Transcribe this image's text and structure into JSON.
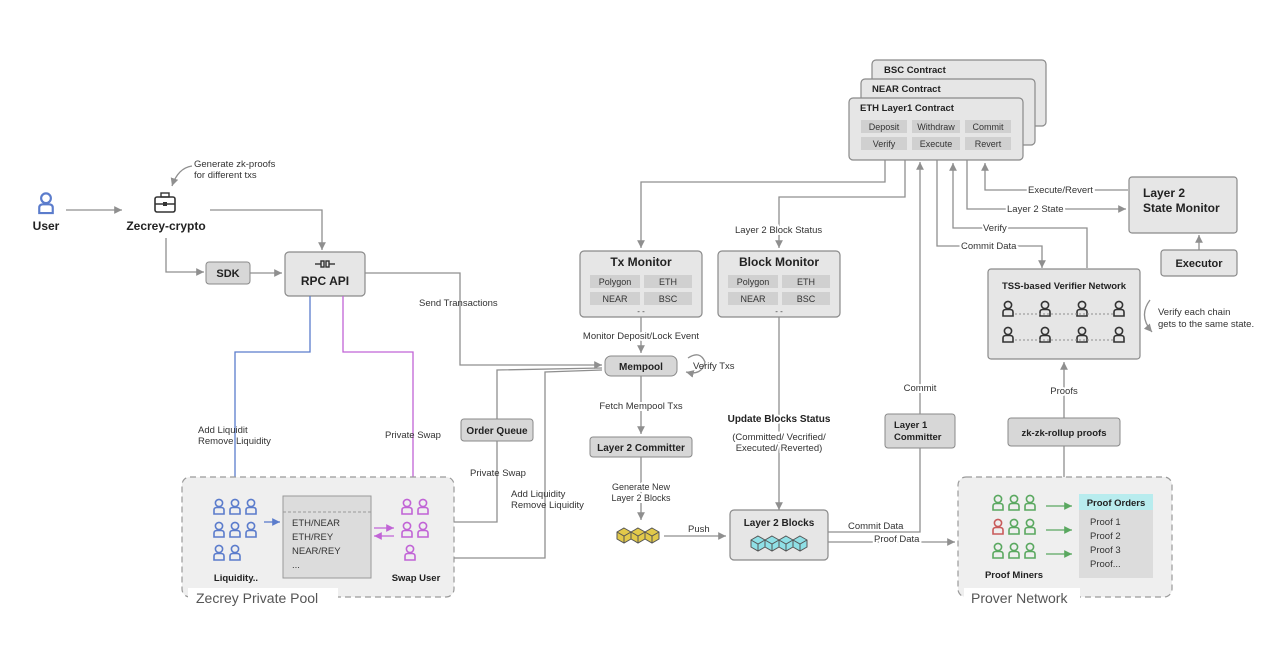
{
  "user": {
    "label": "User"
  },
  "crypto": {
    "label": "Zecrey-crypto",
    "note_line1": "Generate zk-proofs",
    "note_line2": "for different txs"
  },
  "sdk": {
    "label": "SDK"
  },
  "rpc": {
    "label": "RPC API"
  },
  "send_transactions": "Send Transactions",
  "add_liquidity_left": {
    "line1": "Add Liquidit",
    "line2": "Remove Liquidity"
  },
  "private_swap_left": "Private Swap",
  "order_queue": {
    "label": "Order Queue"
  },
  "private_swap_mid": "Private Swap",
  "add_liquidity_mid": {
    "line1": "Add Liquidity",
    "line2": "Remove Liquidity"
  },
  "pool": {
    "title": "Zecrey Private Pool",
    "liquidity_label": "Liquidity..",
    "swap_user_label": "Swap User",
    "pairs": [
      "ETH/NEAR",
      "ETH/REY",
      "NEAR/REY",
      "..."
    ]
  },
  "contracts": {
    "bsc": "BSC Contract",
    "near": "NEAR Contract",
    "eth": "ETH Layer1 Contract",
    "buttons": [
      "Deposit",
      "Withdraw",
      "Commit",
      "Verify",
      "Execute",
      "Revert"
    ]
  },
  "tx_monitor": {
    "title": "Tx Monitor",
    "chips": [
      "Polygon",
      "ETH",
      "NEAR",
      "BSC"
    ],
    "more": "- -"
  },
  "block_monitor": {
    "title": "Block Monitor",
    "chips": [
      "Polygon",
      "ETH",
      "NEAR",
      "BSC"
    ],
    "more": "- -"
  },
  "layer2_block_status": "Layer 2 Block Status",
  "monitor_deposit": "Monitor Deposit/Lock Event",
  "mempool": {
    "label": "Mempool",
    "verify": "Verify Txs"
  },
  "fetch_mempool": "Fetch Mempool Txs",
  "committer": {
    "label": "Layer 2 Committer"
  },
  "generate_blocks": {
    "line1": "Generate New",
    "line2": "Layer 2 Blocks"
  },
  "push": "Push",
  "layer2_blocks": {
    "label": "Layer 2 Blocks"
  },
  "update_status": {
    "title": "Update Blocks Status",
    "line1": "(Committed/ Vecrified/",
    "line2": "Executed/ Reverted)"
  },
  "commit": "Commit",
  "l1_committer": {
    "line1": "Layer 1",
    "line2": "Committer"
  },
  "commit_data": "Commit Data",
  "commit_data_top": "Commit Data",
  "proof_data": "Proof Data",
  "execute_revert": "Execute/Revert",
  "layer2_state": "Layer 2 State",
  "verify": "Verify",
  "state_monitor": {
    "line1": "Layer 2",
    "line2": "State Monitor"
  },
  "executor": {
    "label": "Executor"
  },
  "tss": {
    "title": "TSS-based Verifier Network",
    "note_line1": "Verify each chain",
    "note_line2": "gets to the same state."
  },
  "proofs": "Proofs",
  "zk_rollup": {
    "label": "zk-zk-rollup proofs"
  },
  "prover": {
    "title": "Prover Network",
    "miners_label": "Proof Miners",
    "orders_title": "Proof Orders",
    "orders": [
      "Proof 1",
      "Proof 2",
      "Proof 3",
      "Proof..."
    ]
  },
  "colors": {
    "blue": "#5b7ccc",
    "purple": "#c164d6",
    "green": "#5aa860",
    "red": "#c85a5a",
    "yellow": "#e2c94a",
    "cyan": "#8fe0e6",
    "gray_box": "#e6e6e6",
    "line": "#8f8f8f"
  }
}
